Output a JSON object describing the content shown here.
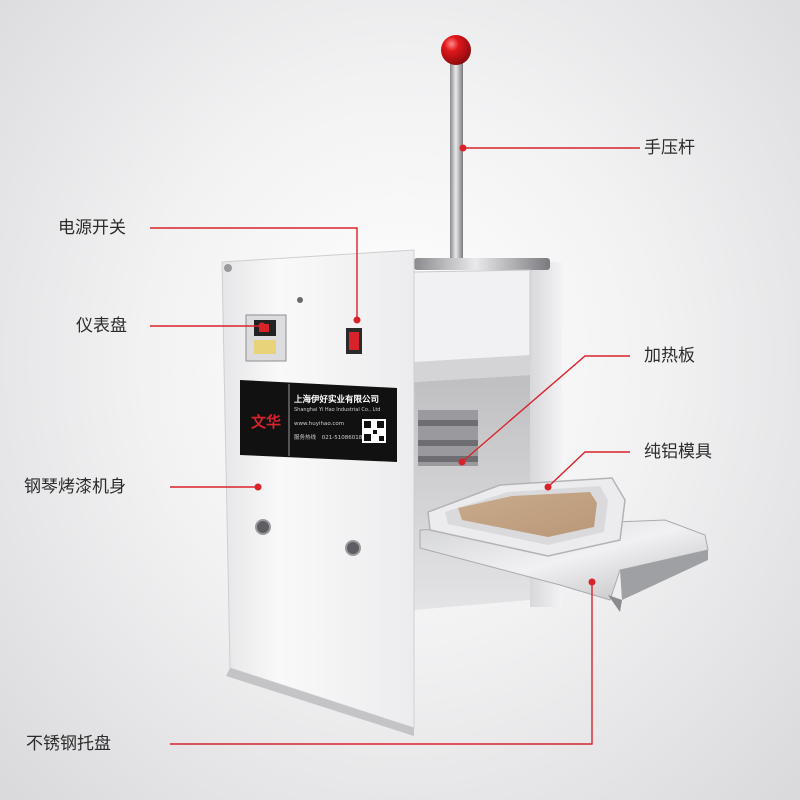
{
  "callouts": {
    "handle": "手压杆",
    "power_switch": "电源开关",
    "gauge": "仪表盘",
    "heating_plate": "加热板",
    "mold": "纯铝模具",
    "body": "钢琴烤漆机身",
    "tray": "不锈钢托盘"
  },
  "brand_panel": {
    "logo_text": "文华",
    "company_name": "上海伊好实业有限公司",
    "company_name_en": "Shanghai Yi Hao Industrial Co., Ltd",
    "website": "www.huyihao.com",
    "phone_label": "服务热线",
    "phone": "021-51086018"
  },
  "colors": {
    "callout_line": "#d9232a",
    "callout_dot": "#d9232a",
    "machine_body": "#f7f7f8",
    "brand_panel": "#111111",
    "knob": "#e0161b"
  }
}
